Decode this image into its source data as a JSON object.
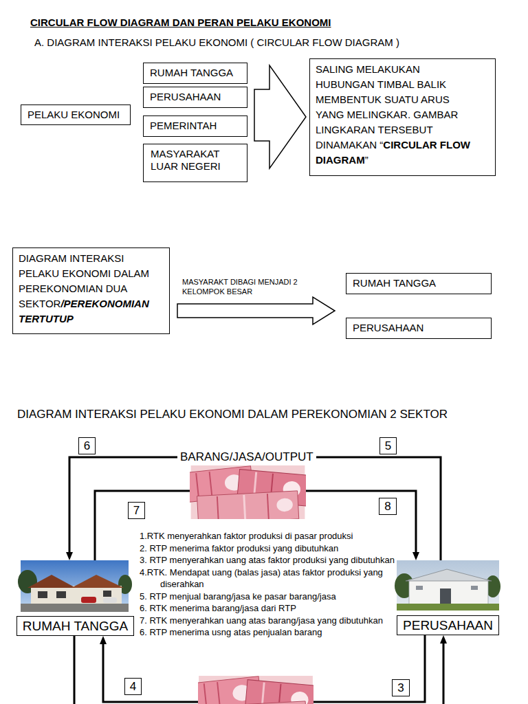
{
  "diagram": {
    "title": "CIRCULAR FLOW DIAGRAM DAN PERAN PELAKU EKONOMI",
    "nodes": [
      {
        "text": [
          "PELAKU EKONOMI"
        ]
      },
      {
        "text": [
          "RUMAH TANGGA"
        ]
      },
      {
        "text": [
          "PERUSAHAAN"
        ]
      },
      {
        "text": [
          "PEMERINTAH"
        ]
      },
      {
        "text": [
          "MASYARAKAT LUAR NEGERI"
        ]
      },
      {
        "text": [
          "SALING MELAKUKAN HUBUNGAN TIMBAL BALIK MEMBENTUK SUATU ARUS YANG MELINGKAR. GAMBAR LINGKARAN TERSEBUT DINAMAKAN “CIRCULAR FLOW DIAGRAM”"
        ]
      },
      {
        "text": [
          "DIAGRAM INTERAKSI PELAKU EKONOMI DALAM PEREKONOMIAN DUA SEKTOR/PEREKONOMIAN TERTUTUP"
        ]
      },
      {
        "text": [
          "RUMAH TANGGA"
        ]
      },
      {
        "text": [
          "PERUSAHAAN"
        ]
      },
      {
        "text": [
          "6"
        ]
      },
      {
        "text": [
          "5"
        ]
      },
      {
        "text": [
          "7"
        ]
      },
      {
        "text": [
          "8"
        ]
      },
      {
        "text": [
          "RUMAH TANGGA"
        ]
      },
      {
        "text": [
          "PERUSAHAAN"
        ]
      },
      {
        "text": [
          "4"
        ]
      },
      {
        "text": [
          "3"
        ]
      }
    ],
    "edges": [
      {
        "from": 14,
        "to": 13,
        "label": "BARANG/JASA/OUTPUT",
        "arrow": "to"
      },
      {
        "from": 13,
        "to": 14,
        "arrow": "to"
      },
      {
        "from": 14,
        "to": 13,
        "arrow": "to"
      },
      {
        "from": 13,
        "to": 14,
        "arrow": "to"
      }
    ],
    "labels": [
      "A. DIAGRAM INTERAKSI PELAKU EKONOMI ( CIRCULAR FLOW DIAGRAM )",
      "MASYARAKT DIBAGI MENJADI 2 KELOMPOK BESAR",
      "DIAGRAM INTERAKSI PELAKU EKONOMI DALAM PEREKONOMIAN 2 SEKTOR",
      "1.RTK menyerahkan faktor produksi di pasar produksi",
      "2. RTP menerima faktor produksi yang dibutuhkan",
      "3. RTP menyerahkan uang atas faktor produksi yang dibutuhkan",
      "4.RTK. Mendapat uang (balas jasa) atas faktor produksi yang diserahkan",
      "5. RTP menjual barang/jasa ke pasar barang/jasa",
      "6. RTK menerima barang/jasa dari RTP",
      "7. RTK menyerahkan uang atas barang/jasa yang dibutuhkan",
      "6. RTP menerima usng atas penjualan barang"
    ]
  }
}
